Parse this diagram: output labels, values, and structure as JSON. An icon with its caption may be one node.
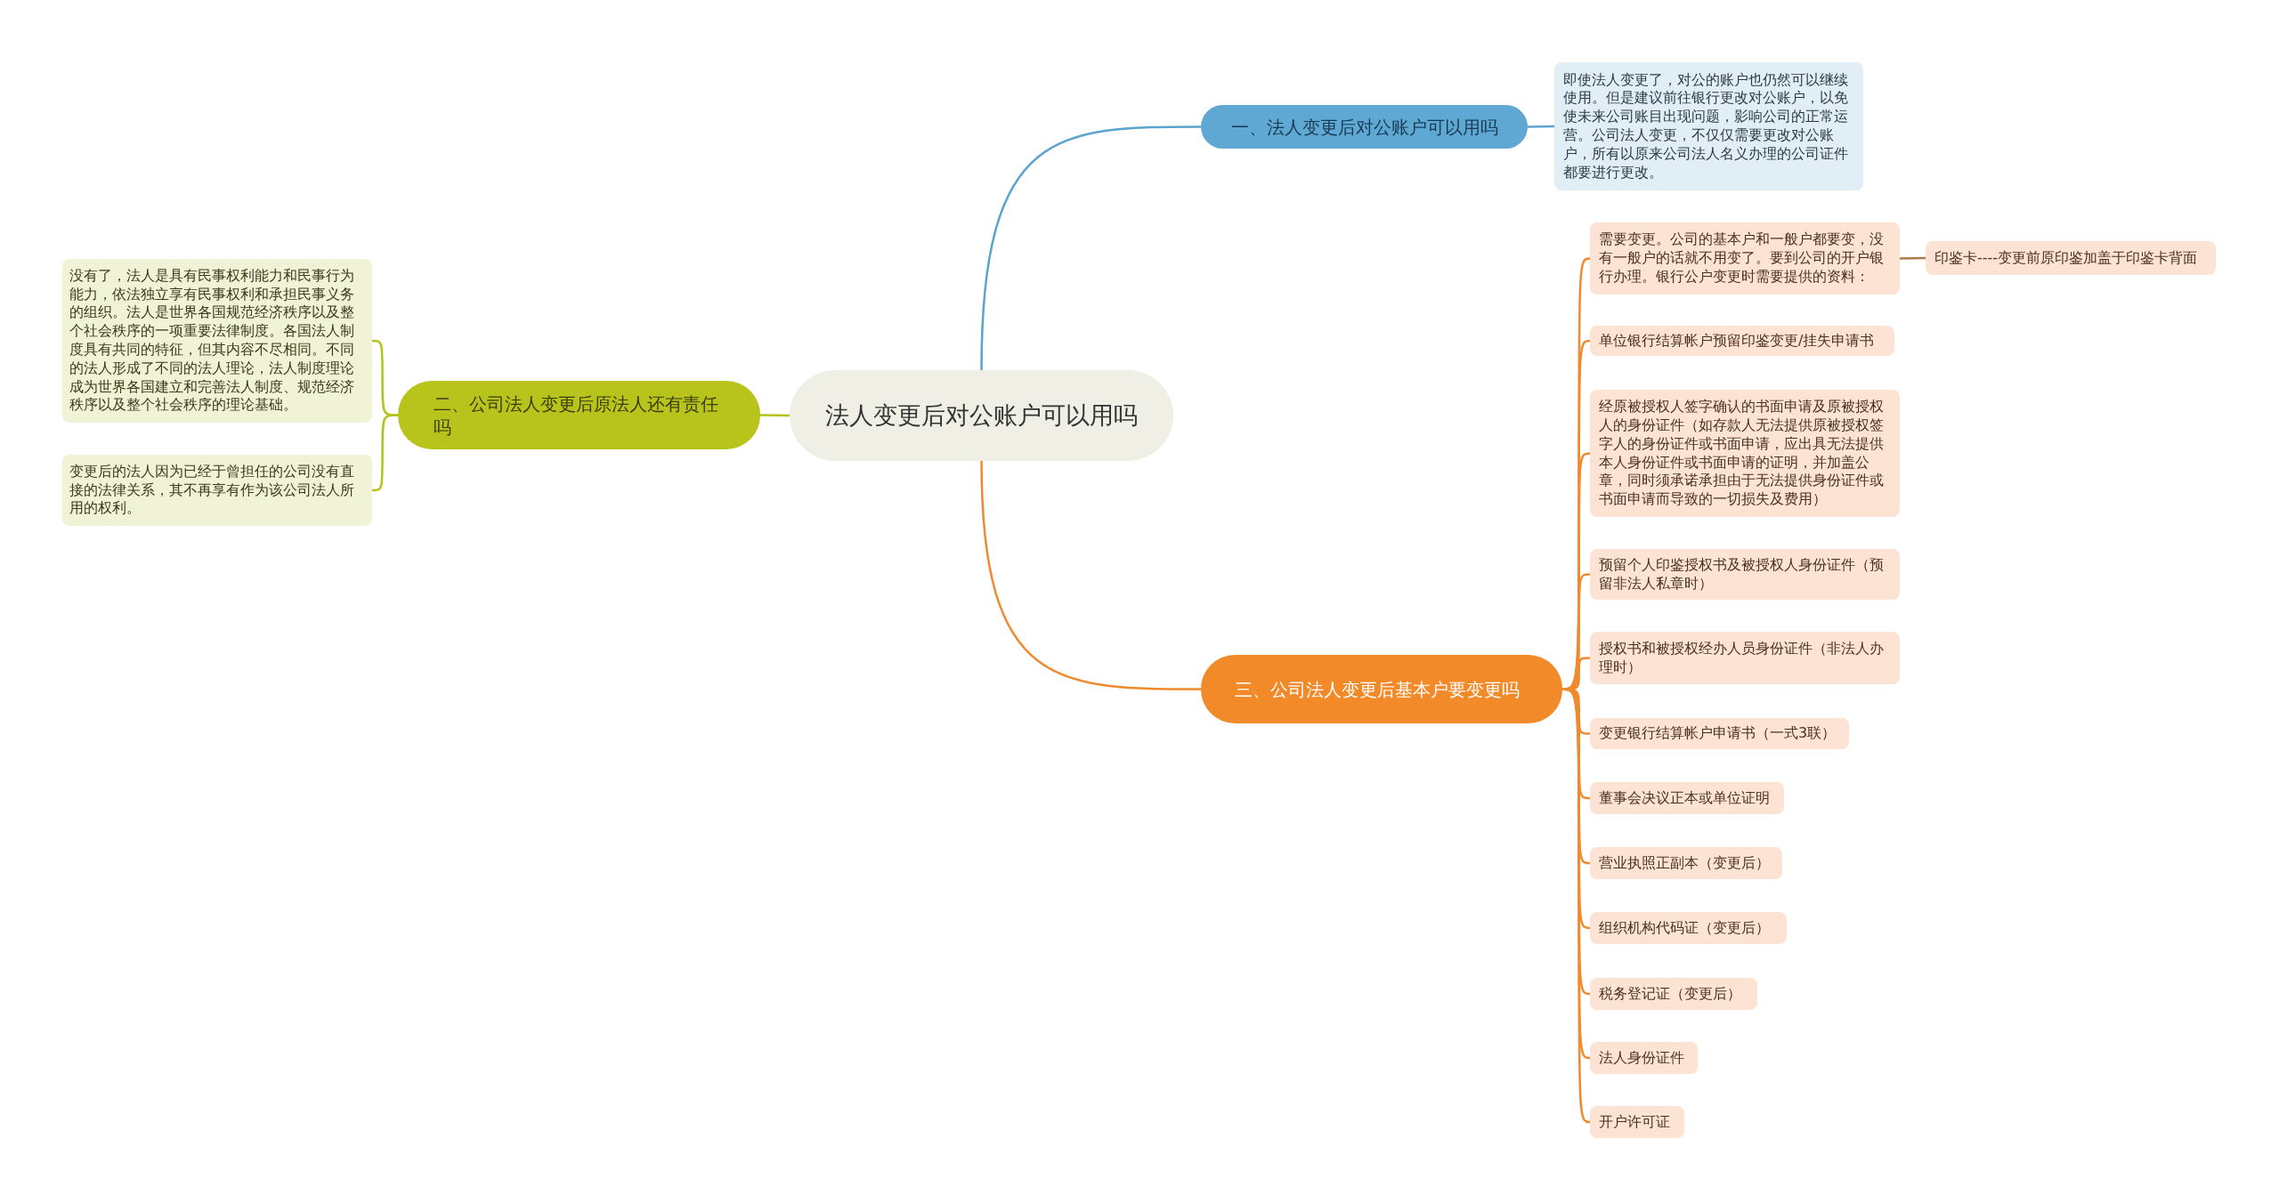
{
  "diagram": {
    "nodes": [
      {
        "text": [
          "法人变更后对公账户可以用吗"
        ]
      },
      {
        "text": [
          "一、法人变更后对公账户可以用吗"
        ]
      },
      {
        "text": [
          "即使法人变更了，对公的账户也仍然可以继续使用。但是建议前往银行更改对公账户，以免使未来公司账目出现问题，影响公司的正常运营。公司法人变更，不仅仅需要更改对公账户，所有以原来公司法人名义办理的公司证件都要进行更改。"
        ]
      },
      {
        "text": [
          "二、公司法人变更后原法人还有责任吗"
        ]
      },
      {
        "text": [
          "没有了，法人是具有民事权利能力和民事行为能力，依法独立享有民事权利和承担民事义务的组织。法人是世界各国规范经济秩序以及整个社会秩序的一项重要法律制度。各国法人制度具有共同的特征，但其内容不尽相同。不同的法人形成了不同的法人理论，法人制度理论成为世界各国建立和完善法人制度、规范经济秩序以及整个社会秩序的理论基础。"
        ]
      },
      {
        "text": [
          "变更后的法人因为已经于曾担任的公司没有直接的法律关系，其不再享有作为该公司法人所用的权利。"
        ]
      },
      {
        "text": [
          "三、公司法人变更后基本户要变更吗"
        ]
      },
      {
        "text": [
          "需要变更。公司的基本户和一般户都要变，没有一般户的话就不用变了。要到公司的开户银行办理。银行公户变更时需要提供的资料："
        ]
      },
      {
        "text": [
          "印鉴卡----变更前原印鉴加盖于印鉴卡背面"
        ]
      },
      {
        "text": [
          "单位银行结算帐户预留印鉴变更/挂失申请书"
        ]
      },
      {
        "text": [
          "经原被授权人签字确认的书面申请及原被授权人的身份证件（如存款人无法提供原被授权签字人的身份证件或书面申请，应出具无法提供本人身份证件或书面申请的证明，并加盖公章，同时须承诺承担由于无法提供身份证件或书面申请而导致的一切损失及费用）"
        ]
      },
      {
        "text": [
          "预留个人印鉴授权书及被授权人身份证件（预留非法人私章时）"
        ]
      },
      {
        "text": [
          "授权书和被授权经办人员身份证件（非法人办理时）"
        ]
      },
      {
        "text": [
          "变更银行结算帐户申请书（一式3联）"
        ]
      },
      {
        "text": [
          "董事会决议正本或单位证明"
        ]
      },
      {
        "text": [
          "营业执照正副本（变更后）"
        ]
      },
      {
        "text": [
          "组织机构代码证（变更后）"
        ]
      },
      {
        "text": [
          "税务登记证（变更后）"
        ]
      },
      {
        "text": [
          "法人身份证件"
        ]
      },
      {
        "text": [
          "开户许可证"
        ]
      }
    ],
    "edges": [
      {
        "from": 0,
        "to": 1,
        "arrow": "none",
        "color": "#5ba4cf"
      },
      {
        "from": 1,
        "to": 2,
        "arrow": "none",
        "color": "#5ba4cf"
      },
      {
        "from": 0,
        "to": 3,
        "arrow": "none",
        "color": "#b5c21a"
      },
      {
        "from": 3,
        "to": 4,
        "arrow": "none",
        "color": "#b5c21a"
      },
      {
        "from": 3,
        "to": 5,
        "arrow": "none",
        "color": "#b5c21a"
      },
      {
        "from": 0,
        "to": 6,
        "arrow": "none"
      },
      {
        "from": 6,
        "to": 7,
        "arrow": "none"
      },
      {
        "from": 7,
        "to": 8,
        "arrow": "none",
        "color": "#b27a4a"
      },
      {
        "from": 6,
        "to": 9,
        "arrow": "none"
      },
      {
        "from": 6,
        "to": 10,
        "arrow": "none"
      },
      {
        "from": 6,
        "to": 11,
        "arrow": "none"
      },
      {
        "from": 6,
        "to": 12,
        "arrow": "none"
      },
      {
        "from": 6,
        "to": 13,
        "arrow": "none"
      },
      {
        "from": 6,
        "to": 14,
        "arrow": "none"
      },
      {
        "from": 6,
        "to": 15,
        "arrow": "none"
      },
      {
        "from": 6,
        "to": 16,
        "arrow": "none"
      },
      {
        "from": 6,
        "to": 17,
        "arrow": "none"
      },
      {
        "from": 6,
        "to": 18,
        "arrow": "none"
      },
      {
        "from": 6,
        "to": 19,
        "arrow": "none"
      }
    ]
  }
}
